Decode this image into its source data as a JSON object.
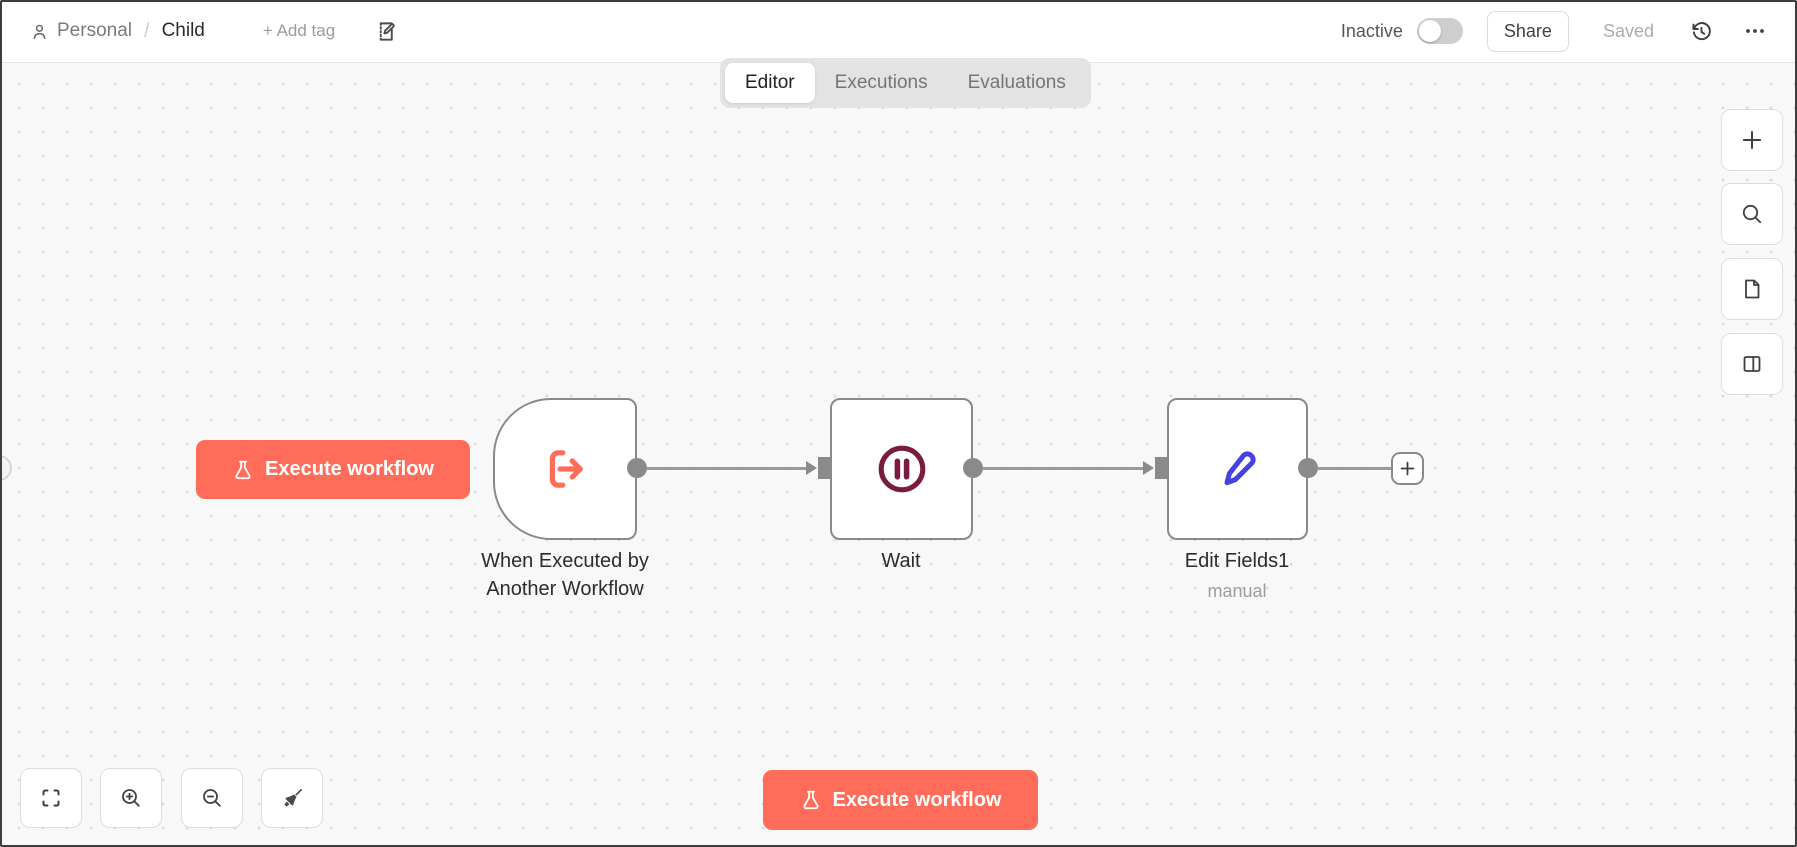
{
  "header": {
    "project_label": "Personal",
    "breadcrumb_separator": "/",
    "workflow_title": "Child",
    "add_tag_label": "+ Add tag",
    "activation_label": "Inactive",
    "activation_state": "off",
    "share_label": "Share",
    "save_status": "Saved",
    "icons": {
      "owner": "person-icon",
      "note": "note-edit-icon",
      "history": "history-icon",
      "more": "ellipsis-icon"
    }
  },
  "tabs": {
    "items": [
      {
        "label": "Editor",
        "active": true
      },
      {
        "label": "Executions",
        "active": false
      },
      {
        "label": "Evaluations",
        "active": false
      }
    ]
  },
  "canvas": {
    "trigger_execute_label": "Execute workflow",
    "bottom_execute_label": "Execute workflow",
    "execute_icon": "flask-icon",
    "nodes": [
      {
        "label": "When Executed by Another Workflow",
        "icon": "workflow-exit-arrow-icon",
        "icon_color": "#ff6d5a",
        "shape": "rounded-left-trigger"
      },
      {
        "label": "Wait",
        "icon": "pause-circle-icon",
        "icon_color": "#7a1b3f",
        "shape": "square"
      },
      {
        "label": "Edit Fields1",
        "subtitle": "manual",
        "icon": "pen-icon",
        "icon_color": "#4741e0",
        "shape": "square"
      }
    ],
    "add_node_button": "plus-icon"
  },
  "right_toolbar": {
    "items": [
      {
        "icon": "plus-icon",
        "name": "open-nodes-panel"
      },
      {
        "icon": "search-icon",
        "name": "search-workflow"
      },
      {
        "icon": "sticky-note-icon",
        "name": "add-sticky"
      },
      {
        "icon": "side-panel-icon",
        "name": "toggle-panel"
      }
    ]
  },
  "zoom_toolbar": {
    "items": [
      {
        "icon": "fit-view-icon",
        "name": "zoom-to-fit"
      },
      {
        "icon": "zoom-in-icon",
        "name": "zoom-in"
      },
      {
        "icon": "zoom-out-icon",
        "name": "zoom-out"
      },
      {
        "icon": "broom-icon",
        "name": "tidy-up"
      }
    ]
  },
  "colors": {
    "accent": "#ff6d5a",
    "wait_icon": "#7a1b3f",
    "pen_icon": "#4741e0",
    "connector": "#8a8a8a",
    "canvas_bg": "#f8f8f8",
    "tab_pill_bg": "#e3e3e3"
  }
}
